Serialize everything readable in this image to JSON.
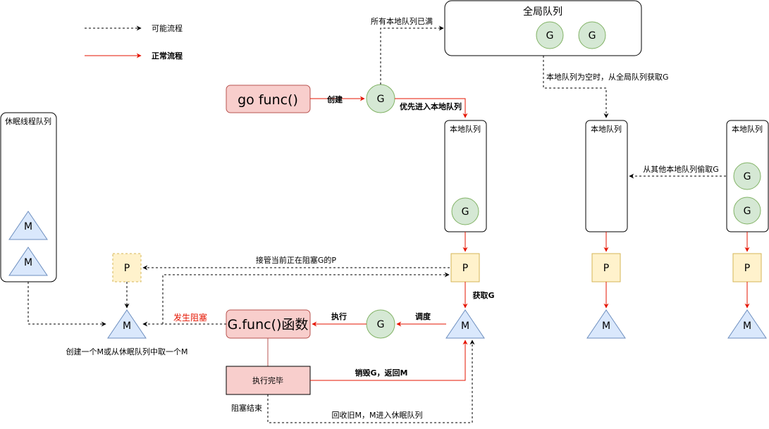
{
  "legend": {
    "possible_flow": "可能流程",
    "normal_flow": "正常流程"
  },
  "colors": {
    "normal_flow": "#e51400",
    "possible_flow": "#000000",
    "g_fill": "#d5e8d4",
    "g_stroke": "#82b366",
    "p_fill": "#fff2cc",
    "p_stroke": "#d6b656",
    "m_fill": "#dae8fc",
    "m_stroke": "#6c8ebf",
    "red_box_fill": "#f8cecc",
    "red_box_stroke": "#b85450",
    "blocked_text": "#e51400"
  },
  "global_queue": {
    "title": "全局队列",
    "goroutines": [
      "G",
      "G"
    ]
  },
  "sleep_queue": {
    "title": "休眠线程队列",
    "threads": [
      "M",
      "M"
    ]
  },
  "local_queues": [
    {
      "title": "本地队列",
      "goroutines": [
        "G"
      ],
      "processor": "P",
      "machine": "M"
    },
    {
      "title": "本地队列",
      "goroutines": [],
      "processor": "P",
      "machine": "M"
    },
    {
      "title": "本地队列",
      "goroutines": [
        "G",
        "G"
      ],
      "processor": "P",
      "machine": "M"
    }
  ],
  "nodes": {
    "go_func": "go func()",
    "new_g": "G",
    "run_g": "G",
    "g_func": "G.func()函数",
    "exec_done": "执行完毕",
    "takeover_p": "P",
    "new_m": "M"
  },
  "edge_labels": {
    "all_local_full": "所有本地队列已满",
    "create": "创建",
    "priority_local": "优先进入本地队列",
    "local_empty": "本地队列为空时，从全局队列获取G",
    "steal": "从其他本地队列偷取G",
    "take_over": "接管当前正在阻塞G的P",
    "get_g": "获取G",
    "schedule": "调度",
    "execute": "执行",
    "blocked": "发生阻塞",
    "create_m": "创建一个M或从休眠队列中取一个M",
    "destroy_g": "销毁G，返回M",
    "block_end": "阻塞结束",
    "recycle_m": "回收旧M，M进入休眠队列"
  }
}
